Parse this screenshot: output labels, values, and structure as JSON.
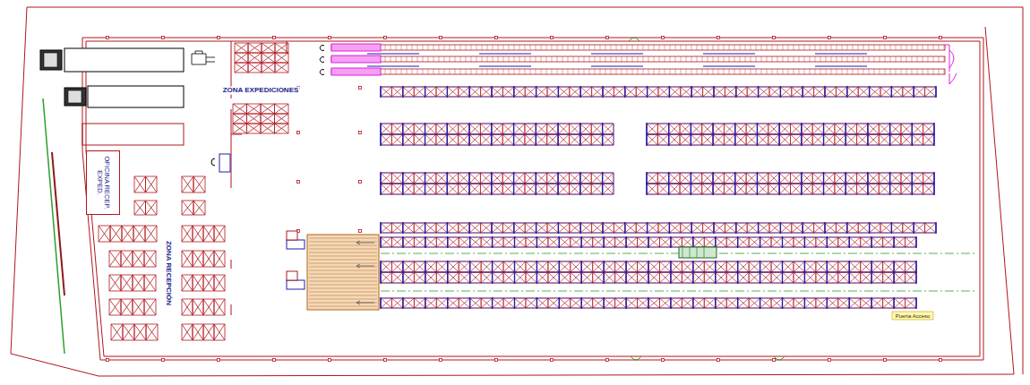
{
  "diagram": {
    "nodes": [
      {
        "text": [
          "OFICINA RECEP. EXPED."
        ]
      }
    ],
    "labels": [
      "ZONA EXPEDICIONES",
      "ZONA RECEPCIÓN",
      "Puerta Acceso"
    ]
  }
}
